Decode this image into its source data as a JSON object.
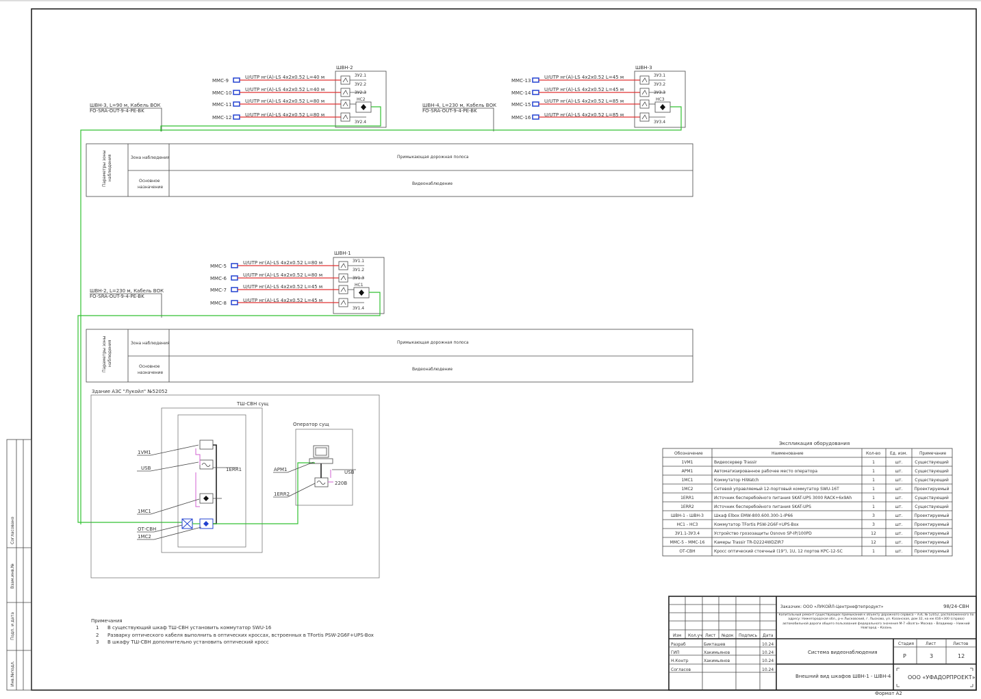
{
  "shvn2": {
    "label": "ШВН-2",
    "cable_in": {
      "line1": "ШВН-3, L=90 м, Кабель ВОК",
      "line2": "FO-SRA-OUT-9-4-PE-BK"
    },
    "cameras": [
      {
        "name": "ММС-9",
        "cable": "U/UTP нг(А)-LS 4x2x0.52 L=40 м"
      },
      {
        "name": "ММС-10",
        "cable": "U/UTP нг(А)-LS 4x2x0.52 L=40 м"
      },
      {
        "name": "ММС-11",
        "cable": "U/UTP нг(А)-LS 4x2x0.52 L=80 м"
      },
      {
        "name": "ММС-12",
        "cable": "U/UTP нг(А)-LS 4x2x0.52 L=80 м"
      }
    ],
    "ports": [
      "ЗУ2.1",
      "ЗУ2.2",
      "ЗУ2.3",
      "НС2",
      "ЗУ2.4"
    ]
  },
  "shvn3": {
    "label": "ШВН-3",
    "cable_in": {
      "line1": "ШВН-4, L=230 м, Кабель ВОК",
      "line2": "FO-SRA-OUT-9-4-PE-BK"
    },
    "cameras": [
      {
        "name": "ММС-13",
        "cable": "U/UTP нг(А)-LS 4x2x0.52 L=45 м"
      },
      {
        "name": "ММС-14",
        "cable": "U/UTP нг(А)-LS 4x2x0.52 L=45 м"
      },
      {
        "name": "ММС-15",
        "cable": "U/UTP нг(А)-LS 4x2x0.52 L=85 м"
      },
      {
        "name": "ММС-16",
        "cable": "U/UTP нг(А)-LS 4x2x0.52 L=85 м"
      }
    ],
    "ports": [
      "ЗУ3.1",
      "ЗУ3.2",
      "ЗУ3.3",
      "НС3",
      "ЗУ3.4"
    ]
  },
  "shvn1": {
    "label": "ШВН-1",
    "cable_in": {
      "line1": "ШВН-2, L=230 м, Кабель ВОК",
      "line2": "FO-SRA-OUT-9-4-PE-BK"
    },
    "cameras": [
      {
        "name": "ММС-5",
        "cable": "U/UTP нг(А)-LS 4x2x0.52 L=80 м"
      },
      {
        "name": "ММС-6",
        "cable": "U/UTP нг(А)-LS 4x2x0.52 L=80 м"
      },
      {
        "name": "ММС-7",
        "cable": "U/UTP нг(А)-LS 4x2x0.52 L=45 м"
      },
      {
        "name": "ММС-8",
        "cable": "U/UTP нг(А)-LS 4x2x0.52 L=45 м"
      }
    ],
    "ports": [
      "ЗУ1.1",
      "ЗУ1.2",
      "ЗУ1.3",
      "НС1",
      "ЗУ1.4"
    ]
  },
  "zone_table": {
    "side_label_1": "Параметры зоны",
    "side_label_2": "наблюдения",
    "row1_label": "Зона наблюдения",
    "row1_value": "Примыкающая дорожная полоса",
    "row2_label_1": "Основное",
    "row2_label_2": "назначение",
    "row2_value": "Видеонаблюдение"
  },
  "building": {
    "title": "Здание АЗС \"Лукойл\" №52052",
    "cabinet": "ТШ-СВН сущ",
    "operator": "Оператор сущ",
    "labels": {
      "vm1": "1VM1",
      "usb": "USB",
      "err1": "1ERR1",
      "mc1": "1МС1",
      "otsvn": "ОТ-СВН",
      "mc2": "1МС2",
      "apm1": "АРМ1",
      "err2": "1ERR2",
      "usb2": "USB",
      "v220": "220В"
    }
  },
  "notes": {
    "title": "Примечания",
    "items": [
      {
        "n": "1",
        "text": "В существующий шкаф ТШ-СВН установить коммутатор SWU-16"
      },
      {
        "n": "2",
        "text": "Разварку оптического кабеля выполнить в оптических кроссах, встроенных в TFortis PSW-2G6F+UPS-Box"
      },
      {
        "n": "3",
        "text": "В шкафу ТШ-СВН дополнительно установить оптический кросс"
      }
    ]
  },
  "equipment": {
    "title": "Экспликация оборудования",
    "headers": [
      "Обозначение",
      "Наименование",
      "Кол-во",
      "Ед. изм.",
      "Примечание"
    ],
    "rows": [
      [
        "1VM1",
        "Видеосервер Trassir",
        "1",
        "шт.",
        "Существующий"
      ],
      [
        "АРМ1",
        "Автоматизированное рабочее место оператора",
        "1",
        "шт.",
        "Существующий"
      ],
      [
        "1МС1",
        "Коммутатор HiWatch",
        "1",
        "шт.",
        "Существующий"
      ],
      [
        "1МС2",
        "Сетевой управляемый 12-портовый коммутатор SWU-16T",
        "1",
        "шт.",
        "Проектируемый"
      ],
      [
        "1ERR1",
        "Источник бесперебойного питания SKAT-UPS 3000 RACK+6x9Ah",
        "1",
        "шт.",
        "Существующий"
      ],
      [
        "1ERR2",
        "Источник бесперебойного питания SKAT-UPS",
        "1",
        "шт.",
        "Существующий"
      ],
      [
        "ШВН-1 - ШВН-3",
        "Шкаф Elbox EMW-800.600.300-1-IP66",
        "3",
        "шт.",
        "Проектируемый"
      ],
      [
        "НС1 - НС3",
        "Коммутатор TFortis PSW-2G6F+UPS-Box",
        "3",
        "шт.",
        "Проектируемый"
      ],
      [
        "ЗУ1.1-ЗУ3.4",
        "Устройство грозозащиты Osnovo SP-IP/100PD",
        "12",
        "шт.",
        "Проектируемый"
      ],
      [
        "ММС-5 - ММС-16",
        "Камеры Trassir TR-D2224WDZIR7",
        "12",
        "шт.",
        "Проектируемый"
      ],
      [
        "ОТ-СВН",
        "Кросс оптический стоечный (19\"), 1U, 12 портов КРС-12-SC",
        "1",
        "шт.",
        "Проектируемый"
      ]
    ]
  },
  "stamp": {
    "customer": "Заказчик: ООО «ЛУКОЙЛ-Центрнефтепродукт»",
    "code": "98/24-СВН",
    "description": "Капитальный ремонт существующих примыканий к объекту дорожного сервиса – АЗС № 52052, расположенного по адресу: Нижегородская обл., р-н Лысковский, г. Лысково, ул. Казанская, дом 32, на км 416+300 (справа) автомобильной дороги общего пользования федерального значения М-7 «Волга» Москва – Владимир – Нижний Новгород – Казань",
    "headers": [
      "Изм",
      "Кол.уч",
      "Лист",
      "№док",
      "Подпись",
      "Дата"
    ],
    "people": [
      {
        "role": "Разраб",
        "name": "Бикташев",
        "date": "10.24"
      },
      {
        "role": "ГИП",
        "name": "Хакимьянов",
        "date": "10.24"
      },
      {
        "role": "Н.Контр",
        "name": "Хакимьянов",
        "date": "10.24"
      },
      {
        "role": "Согласов",
        "name": "",
        "date": "10.24"
      }
    ],
    "system": "Система видеонаблюдения",
    "sheet_title": "Внешний вид шкафов ШВН-1 - ШВН-4",
    "stage_label": "Стадия",
    "sheet_label": "Лист",
    "sheets_label": "Листов",
    "stage": "Р",
    "sheet": "3",
    "sheets": "12",
    "org": "ООО «УФАДОРПРОЕКТ»",
    "format": "Формат А2"
  },
  "side_stamp": [
    "Согласовано",
    "Взам.инв.№",
    "Подп. и дата",
    "Инв.№подл."
  ]
}
